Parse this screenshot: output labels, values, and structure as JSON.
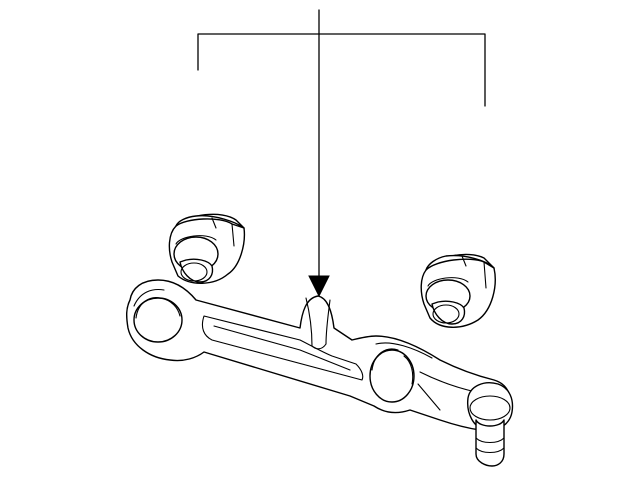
{
  "diagram": {
    "kind": "exploded-parts-view",
    "callouts": [],
    "line_color": "#000000",
    "background": "#ffffff",
    "parts": [
      {
        "name": "front-bushing"
      },
      {
        "name": "rear-bushing"
      },
      {
        "name": "lower-control-arm"
      },
      {
        "name": "ball-joint"
      }
    ],
    "pointer": {
      "target": "lower-control-arm",
      "marker": "filled-arrowhead"
    }
  }
}
